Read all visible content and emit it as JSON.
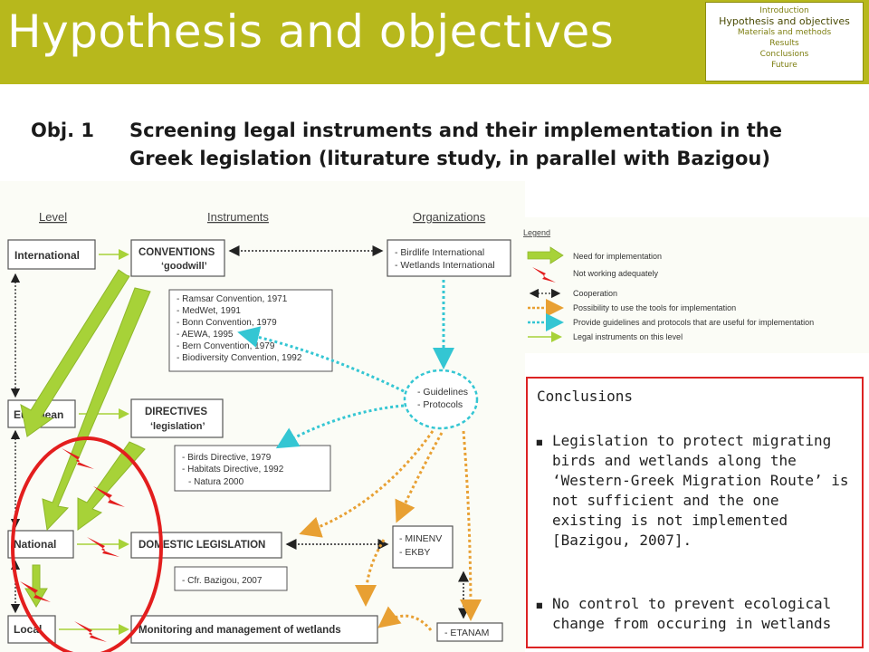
{
  "slide_title": "Hypothesis and objectives",
  "nav": {
    "items": [
      "Introduction",
      "Hypothesis and objectives",
      "Materials and methods",
      "Results",
      "Conclusions",
      "Future"
    ],
    "active_index": 1
  },
  "objective": {
    "label": "Obj. 1",
    "line1": "Screening legal instruments and their implementation in the",
    "line2": "Greek legislation  (liturature study, in parallel with Bazigou)"
  },
  "diagram": {
    "headers": {
      "level": "Level",
      "instruments": "Instruments",
      "organizations": "Organizations"
    },
    "levels": [
      "International",
      "European",
      "National",
      "Local"
    ],
    "conventions": {
      "title": "CONVENTIONS",
      "subtitle": "‘goodwill’"
    },
    "convention_list": [
      "- Ramsar Convention, 1971",
      "- MedWet, 1991",
      "- Bonn Convention, 1979",
      "- AEWA, 1995",
      "- Bern Convention, 1979",
      "- Biodiversity Convention, 1992"
    ],
    "directives": {
      "title": "DIRECTIVES",
      "subtitle": "‘legislation’"
    },
    "directive_list": [
      "- Birds Directive, 1979",
      "- Habitats Directive, 1992",
      "- Natura 2000"
    ],
    "domestic": "DOMESTIC LEGISLATION",
    "domestic_note": "- Cfr. Bazigou, 2007",
    "monitoring": "Monitoring and management of wetlands",
    "orgs_international": [
      "- Birdlife International",
      "- Wetlands International"
    ],
    "guidelines": [
      "- Guidelines",
      "- Protocols"
    ],
    "orgs_national": [
      "- MINENV",
      "- EKBY"
    ],
    "orgs_local": "- ETANAM",
    "legend": {
      "title": "Legend",
      "items": [
        "Need for implementation",
        "Not working adequately",
        "Cooperation",
        "Possibility to use the tools for implementation",
        "Provide guidelines and protocols that are useful for implementation",
        "Legal instruments on this level"
      ]
    },
    "colors": {
      "green": "#a7d238",
      "orange": "#e8a033",
      "cyan": "#34c6d3",
      "red": "#e31e1e"
    }
  },
  "conclusions": {
    "title": "Conclusions",
    "bullets": [
      "Legislation to protect migrating birds and wetlands along the ‘Western-Greek Migration Route’ is not sufficient and the one existing is not implemented [Bazigou, 2007].",
      "No control to prevent ecological change from occuring in wetlands"
    ]
  }
}
